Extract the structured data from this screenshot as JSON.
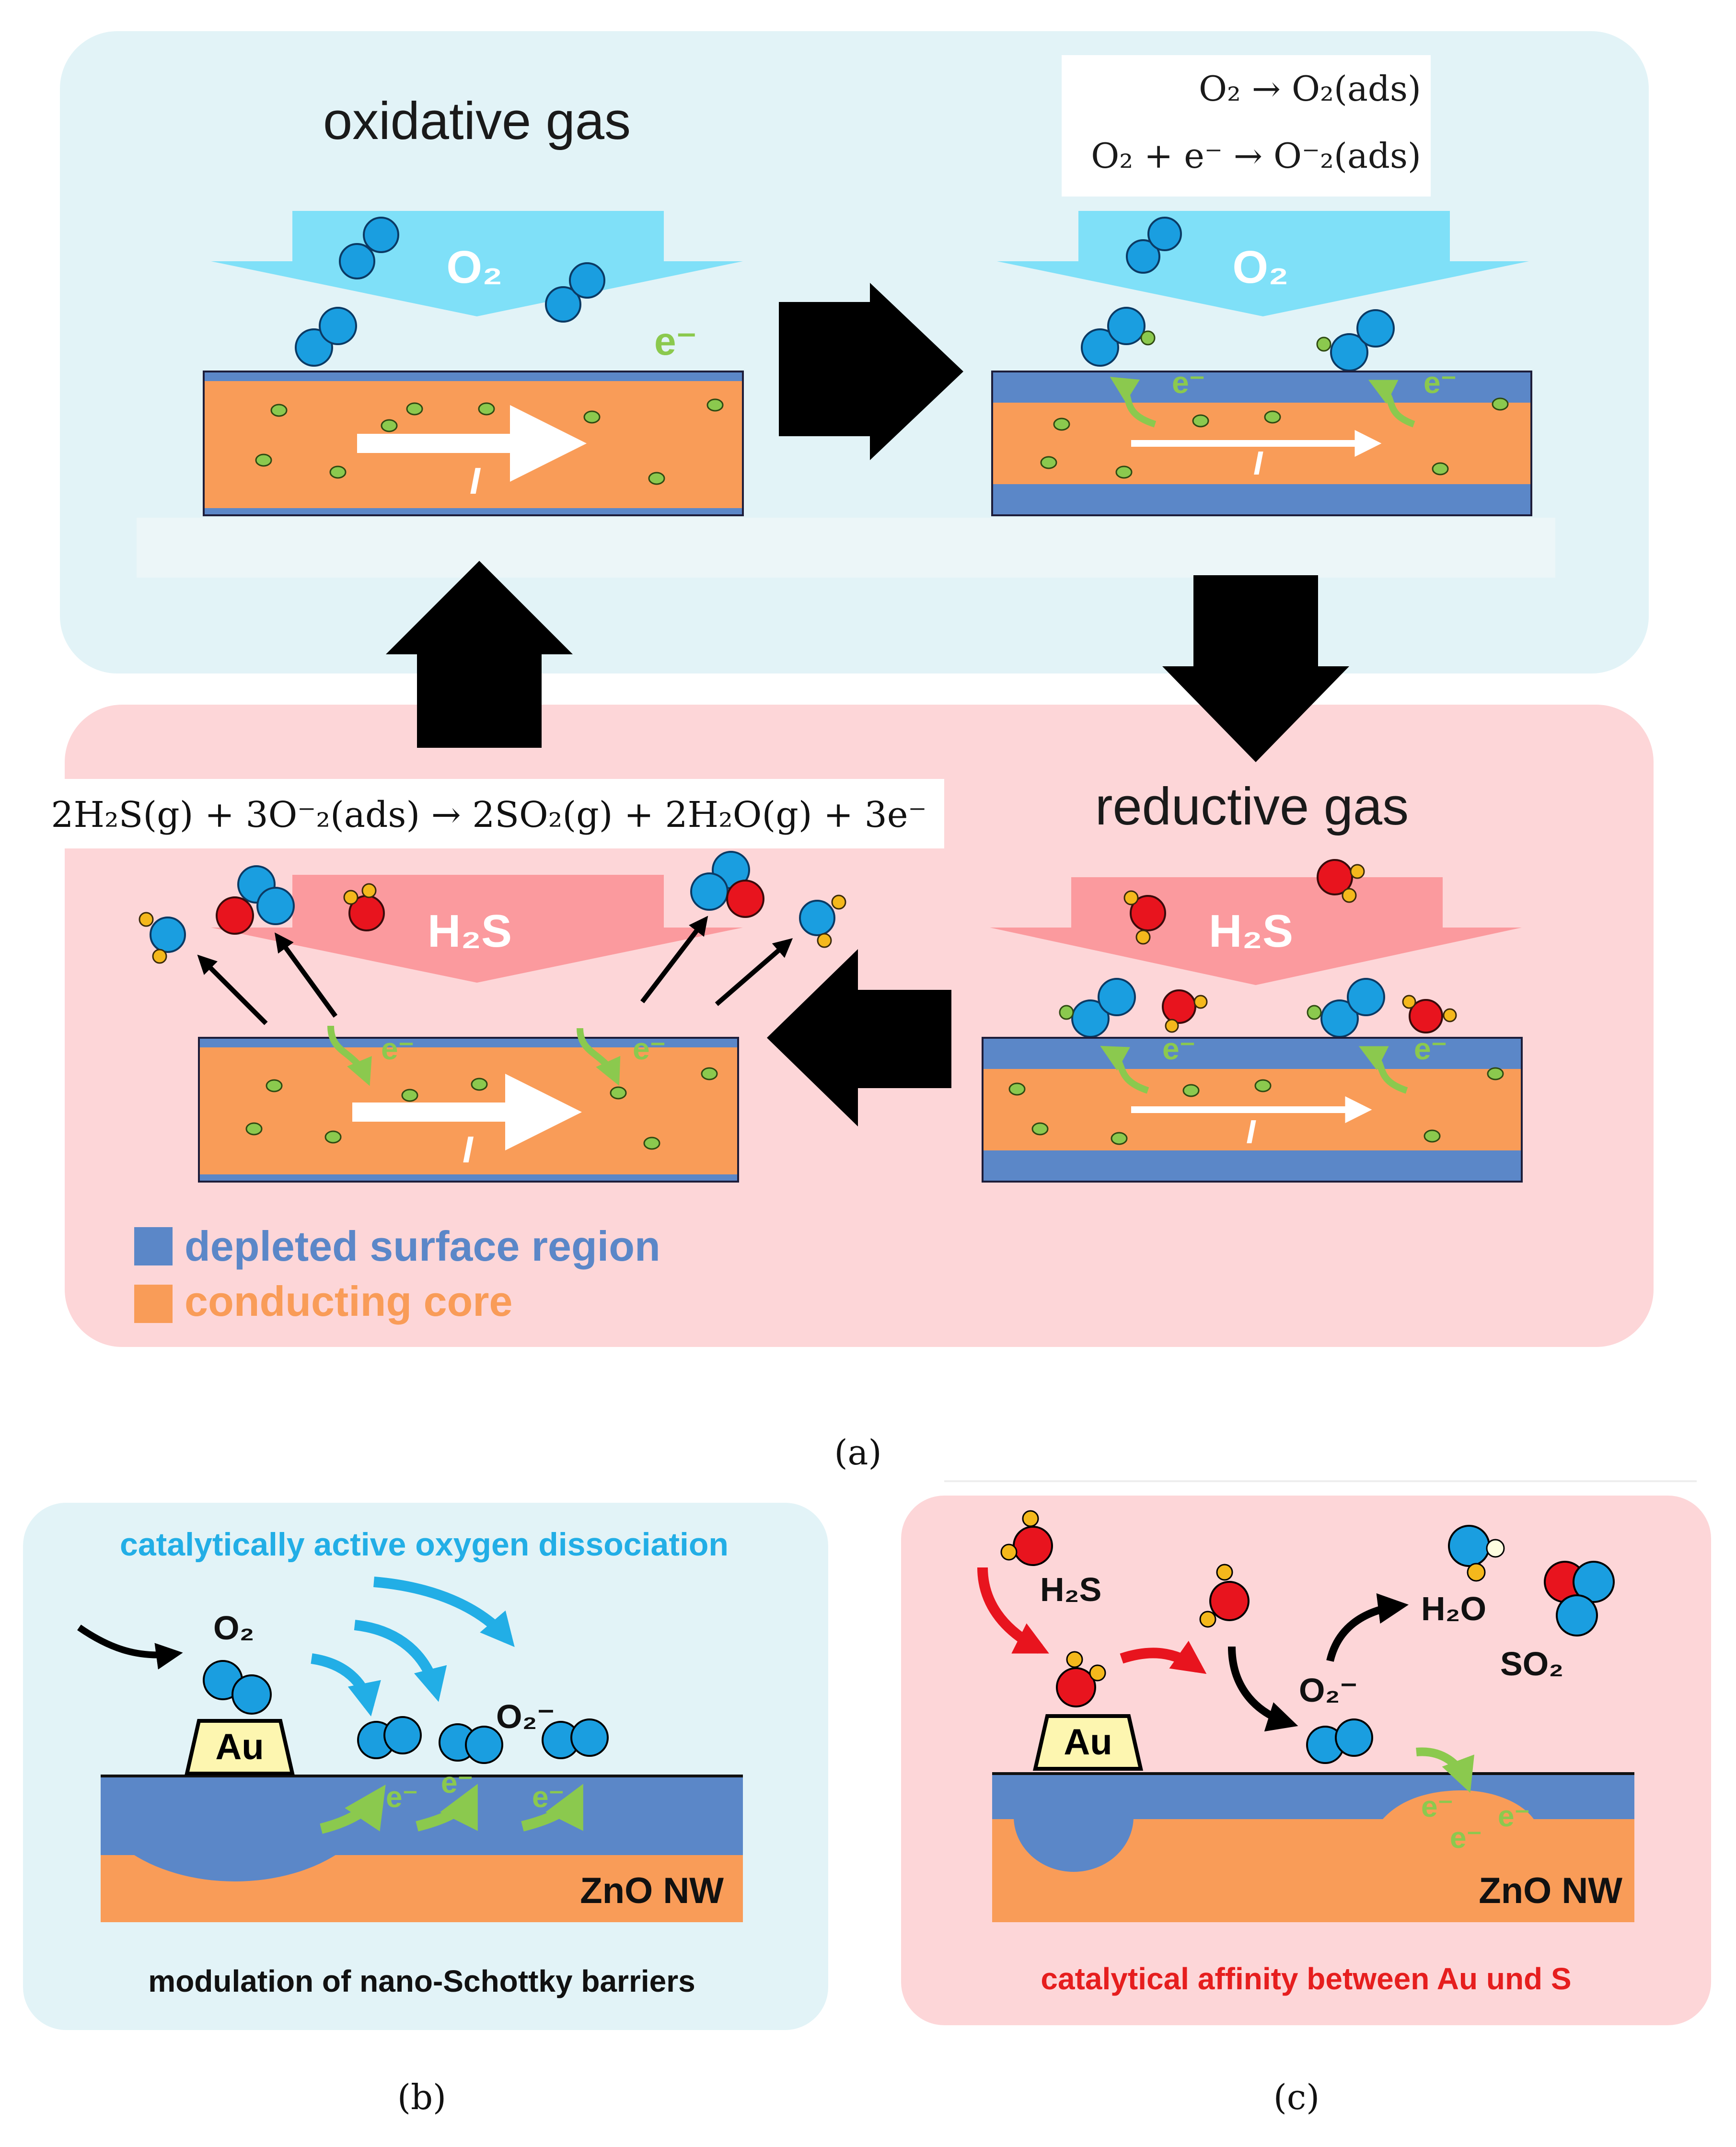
{
  "panel_a": {
    "oxidative_title": "oxidative gas",
    "reductive_title": "reductive gas",
    "eq1": "O₂ → O₂(ads)",
    "eq2": "O₂ + e⁻ → O⁻₂(ads)",
    "eq3": "2H₂S(g) + 3O⁻₂(ads) → 2SO₂(g) + 2H₂O(g) + 3e⁻",
    "gas_o2": "O₂",
    "gas_h2s": "H₂S",
    "electron": "e⁻",
    "current": "I",
    "legend": [
      {
        "label": "depleted surface region",
        "color": "#5b87c8"
      },
      {
        "label": "conducting core",
        "color": "#f99c58"
      }
    ],
    "caption": "(a)"
  },
  "panel_b": {
    "title": "catalytically active oxygen dissociation",
    "o2": "O₂",
    "o2_ion": "O₂⁻",
    "au": "Au",
    "electron": "e⁻",
    "zno": "ZnO NW",
    "footer": "modulation of nano-Schottky barriers",
    "caption": "(b)"
  },
  "panel_c": {
    "h2s": "H₂S",
    "o2_ion": "O₂⁻",
    "h2o": "H₂O",
    "so2": "SO₂",
    "au": "Au",
    "electron": "e⁻",
    "zno": "ZnO NW",
    "footer": "catalytical affinity between Au und S",
    "caption": "(c)"
  },
  "colors": {
    "oxidative_bg": "#e2f3f7",
    "reductive_bg": "#fdd6d8",
    "depleted": "#5b87c8",
    "core": "#f99c58",
    "o2_arrow": "#7fe0f8",
    "h2s_arrow": "#fb9a9e",
    "electron": "#8bc94e",
    "oxygen_atom": "#1a9ee0",
    "sulfur_atom": "#e8141e",
    "hydrogen_atom": "#f4b81c",
    "title_b": "#22aee6",
    "title_c": "#e61e1e"
  }
}
